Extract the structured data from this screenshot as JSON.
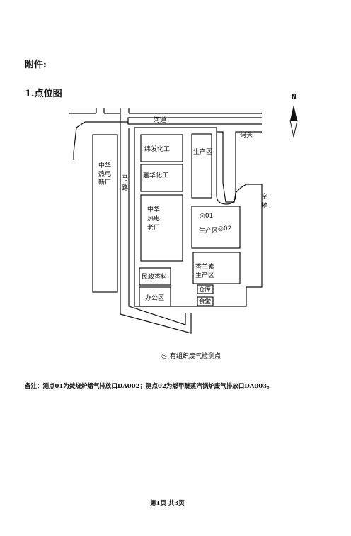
{
  "doc": {
    "attachment_label": "附件:",
    "section_title": "1.点位图",
    "note": "备注：测点01为焚烧炉烟气排放口DA002；测点02为燃甲醚蒸汽锅炉废气排放口DA003。",
    "footer": "第1页 共3页"
  },
  "map": {
    "north": "N",
    "river": "河道",
    "dock": "码头",
    "road": [
      "马",
      "路"
    ],
    "vacant_land": [
      "空",
      "地"
    ],
    "zhonghua_new": [
      "中华",
      "热电",
      "新厂"
    ],
    "weifa": "纬发化工",
    "production_area_top": "生产区",
    "jiahua": "嘉华化工",
    "zhonghua_old": [
      "中华",
      "热电",
      "老厂"
    ],
    "point_01": "◎01",
    "production_area_main": "生产区",
    "point_02": "◎02",
    "xianglansu": [
      "香兰素",
      "生产区"
    ],
    "minzheng": "民政香料",
    "office": "办公区",
    "warehouse": "仓库",
    "canteen": "食堂",
    "legend_symbol": "◎",
    "legend_text": "有组织废气检测点"
  }
}
